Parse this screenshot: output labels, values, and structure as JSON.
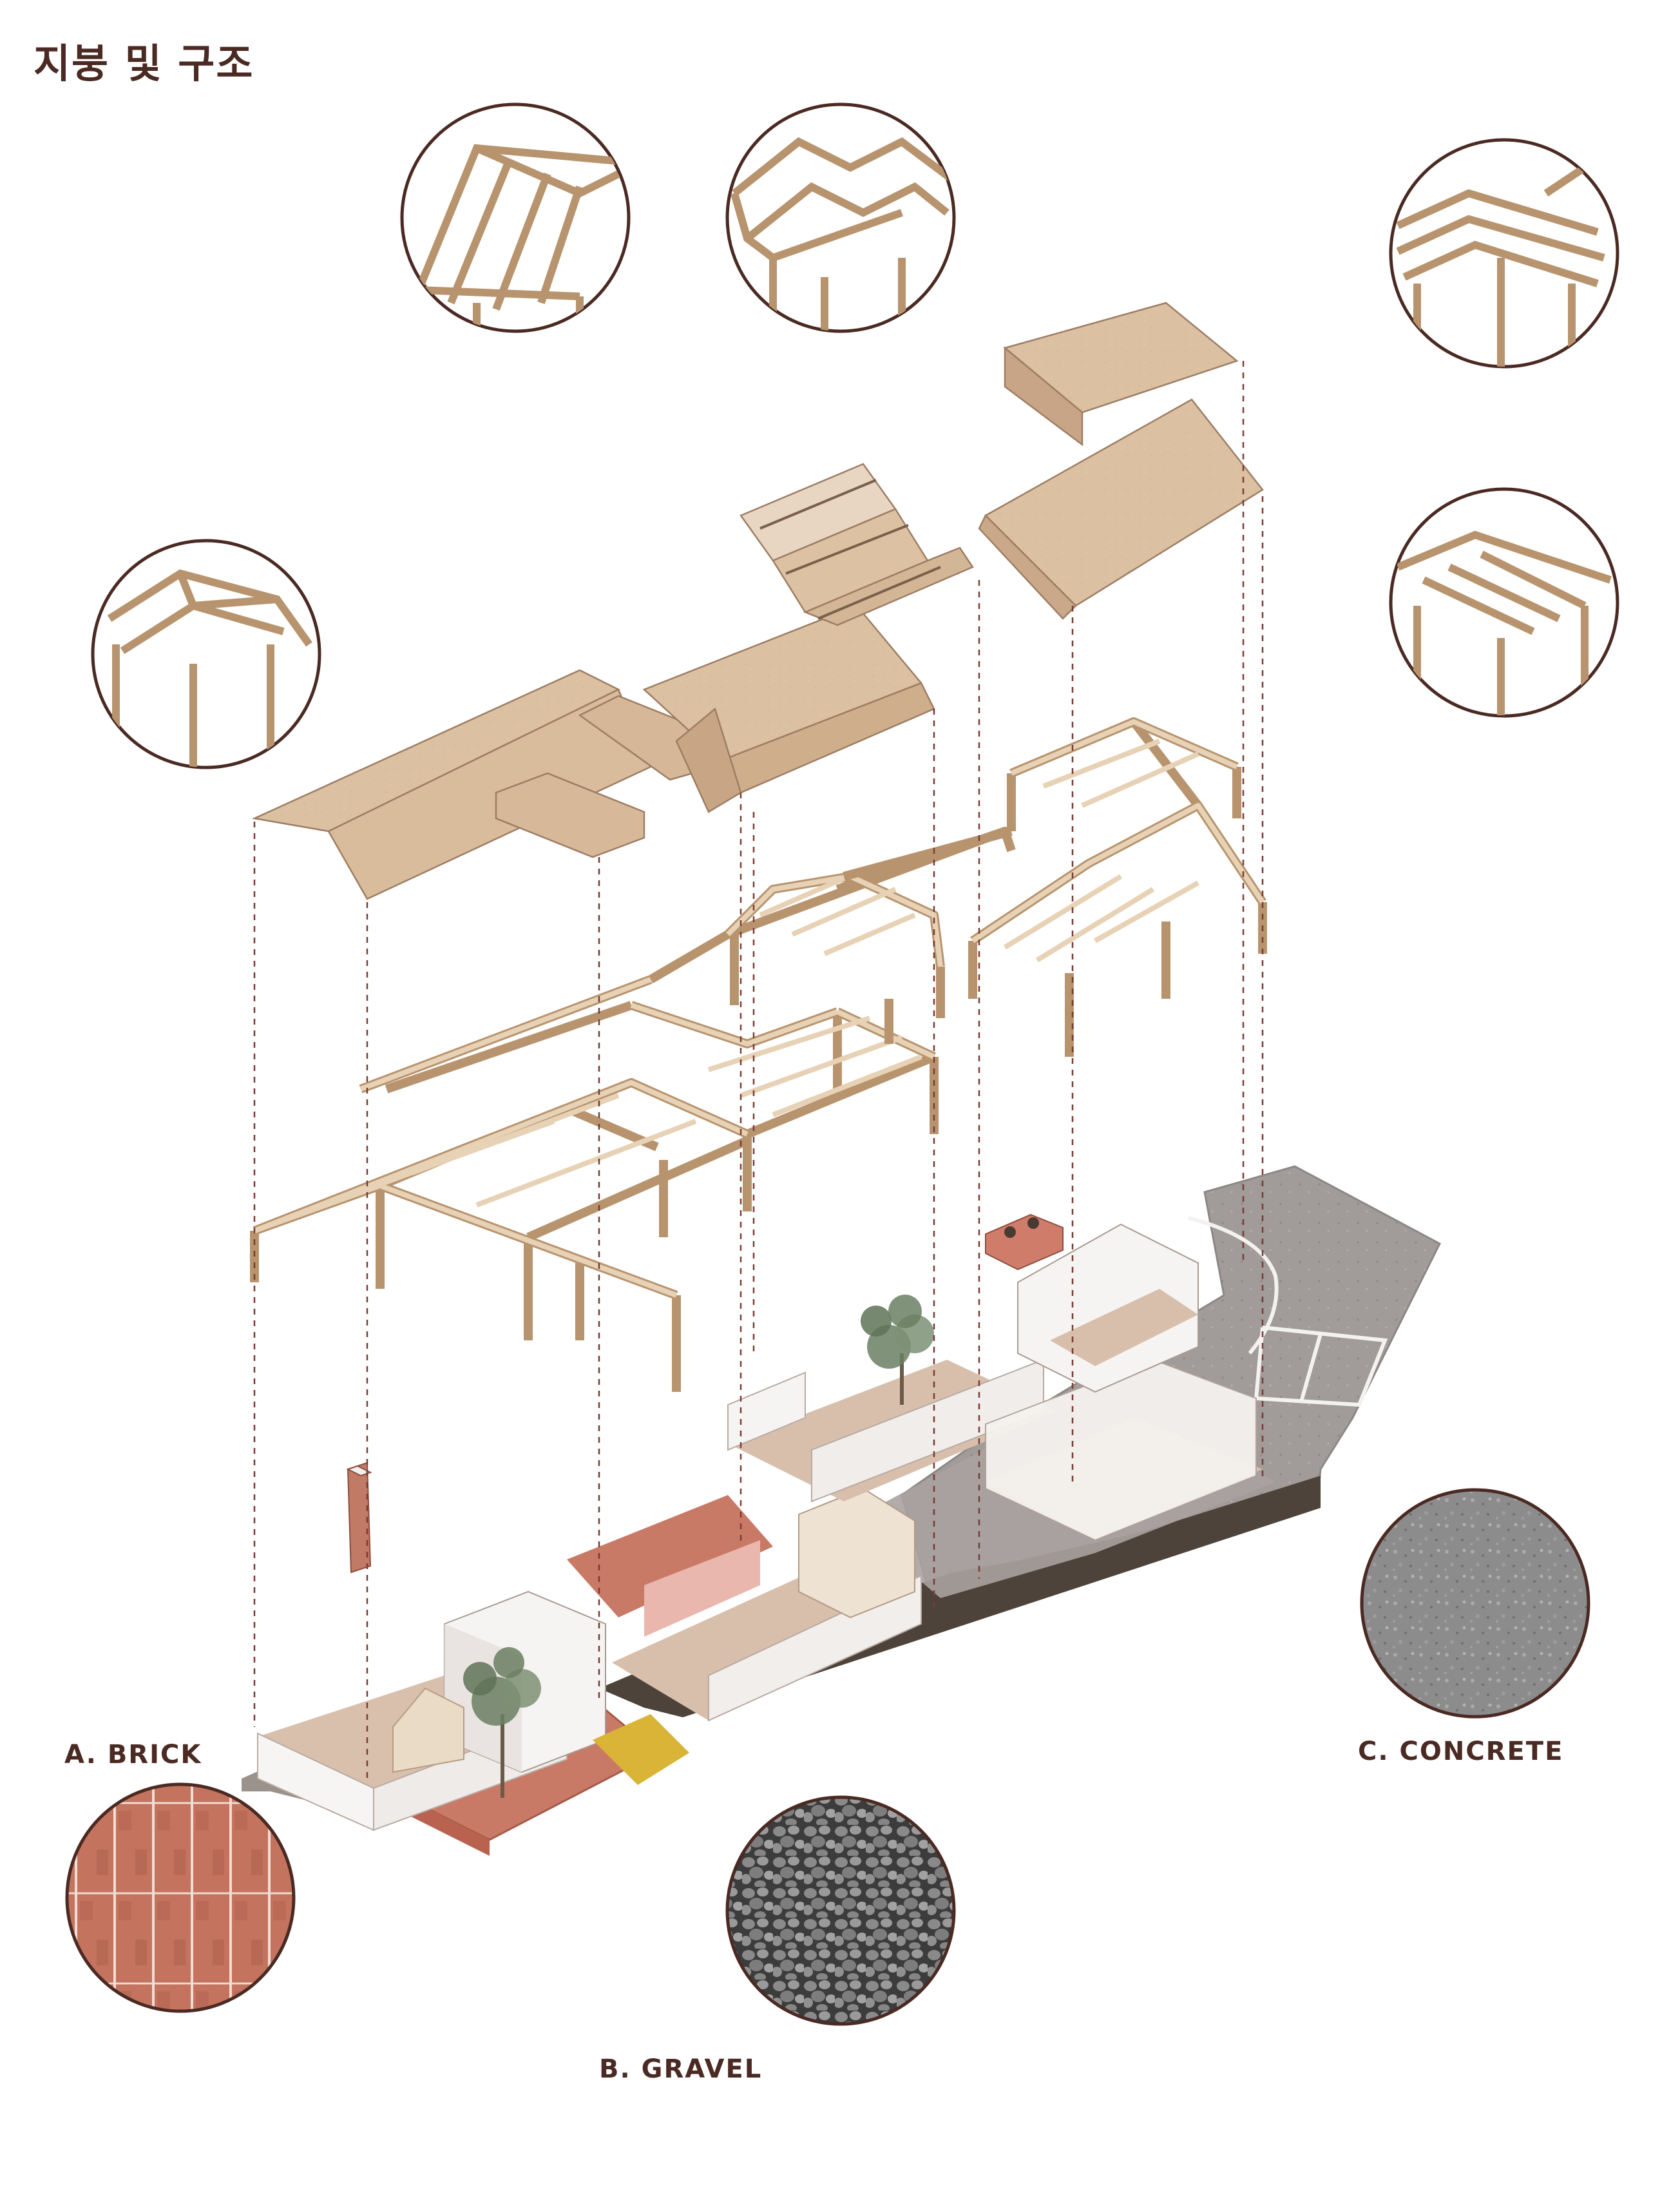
{
  "title": "지붕 및 구조",
  "materials": [
    {
      "key": "brick",
      "label": "A. BRICK"
    },
    {
      "key": "gravel",
      "label": "B. GRAVEL"
    },
    {
      "key": "concrete",
      "label": "C. CONCRETE"
    }
  ],
  "colors": {
    "text": "#4a2a22",
    "roof": "#dcc0a1",
    "roof_side": "#c8a888",
    "timber": "#e4cdb0",
    "timber_edge": "#8a6a55",
    "brick": "#c97864",
    "gravel_ground": "#4f4439",
    "concrete": "#9e9896",
    "floor": "#d8bfac",
    "wall": "#f6f4f2",
    "detail_outline": "#4a2a22",
    "guide_line": "#7a3b32"
  }
}
